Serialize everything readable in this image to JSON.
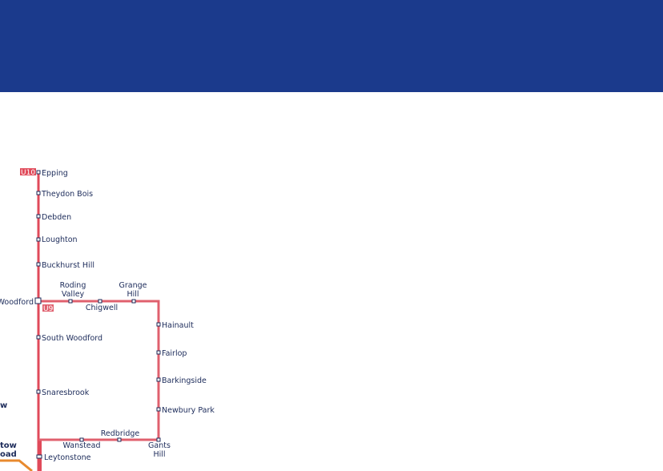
{
  "colors": {
    "header": "#1b3a8c",
    "line_u10": "#e04a5a",
    "line_u9": "#e0606e",
    "line_orange": "#e88a2e",
    "text": "#1c2b5a"
  },
  "lines": {
    "u10": "U10",
    "u9": "U9"
  },
  "stations": {
    "epping": "Epping",
    "theydon_bois": "Theydon Bois",
    "debden": "Debden",
    "loughton": "Loughton",
    "buckhurst_hill": "Buckhurst Hill",
    "woodford": "Woodford",
    "roding_valley_1": "Roding",
    "roding_valley_2": "Valley",
    "grange_hill_1": "Grange",
    "grange_hill_2": "Hill",
    "chigwell": "Chigwell",
    "hainault": "Hainault",
    "fairlop": "Fairlop",
    "barkingside": "Barkingside",
    "newbury_park": "Newbury Park",
    "south_woodford": "South Woodford",
    "snaresbrook": "Snaresbrook",
    "redbridge": "Redbridge",
    "wanstead": "Wanstead",
    "gants_hill_1": "Gants",
    "gants_hill_2": "Hill",
    "leytonstone": "Leytonstone",
    "partial_w": "w",
    "partial_tow": "tow",
    "partial_road": "oad"
  }
}
